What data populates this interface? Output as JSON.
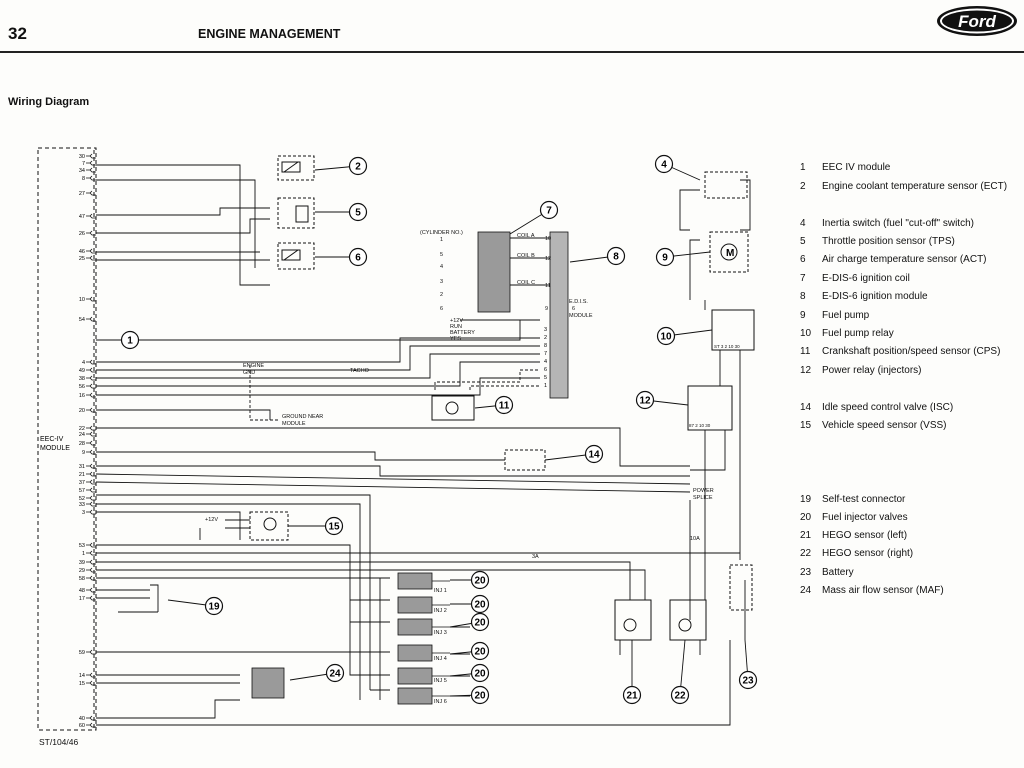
{
  "header": {
    "page_number": "32",
    "title": "ENGINE MANAGEMENT",
    "brand": "Ford"
  },
  "subtitle": "Wiring Diagram",
  "figure_ref": "ST/104/46",
  "legend": [
    {
      "num": "1",
      "label": "EEC IV module"
    },
    {
      "num": "2",
      "label": "Engine coolant temperature sensor (ECT)"
    },
    {
      "num": "4",
      "label": "Inertia switch (fuel \"cut-off\" switch)"
    },
    {
      "num": "5",
      "label": "Throttle position sensor (TPS)"
    },
    {
      "num": "6",
      "label": "Air charge temperature sensor (ACT)"
    },
    {
      "num": "7",
      "label": "E-DIS-6 ignition coil"
    },
    {
      "num": "8",
      "label": "E-DIS-6 ignition module"
    },
    {
      "num": "9",
      "label": "Fuel pump"
    },
    {
      "num": "10",
      "label": "Fuel pump relay"
    },
    {
      "num": "11",
      "label": "Crankshaft position/speed sensor (CPS)"
    },
    {
      "num": "12",
      "label": "Power relay (injectors)"
    },
    {
      "num": "14",
      "label": "Idle speed control valve (ISC)"
    },
    {
      "num": "15",
      "label": "Vehicle speed sensor (VSS)"
    },
    {
      "num": "19",
      "label": "Self-test connector"
    },
    {
      "num": "20",
      "label": "Fuel injector valves"
    },
    {
      "num": "21",
      "label": "HEGO sensor (left)"
    },
    {
      "num": "22",
      "label": "HEGO sensor (right)"
    },
    {
      "num": "23",
      "label": "Battery"
    },
    {
      "num": "24",
      "label": "Mass air flow sensor (MAF)"
    }
  ],
  "diagram": {
    "module_label_1": "EEC-IV",
    "module_label_2": "MODULE",
    "pins": [
      "30",
      "7",
      "34",
      "8",
      "27",
      "47",
      "26",
      "46",
      "25",
      "10",
      "54",
      "4",
      "49",
      "38",
      "56",
      "16",
      "20",
      "22",
      "24",
      "28",
      "9",
      "31",
      "21",
      "37",
      "57",
      "52",
      "33",
      "3",
      "53",
      "1",
      "39",
      "29",
      "58",
      "48",
      "17",
      "59",
      "14",
      "15",
      "40",
      "60"
    ],
    "callouts": [
      "1",
      "2",
      "4",
      "5",
      "6",
      "7",
      "8",
      "9",
      "10",
      "11",
      "12",
      "14",
      "15",
      "19",
      "20",
      "20",
      "20",
      "20",
      "20",
      "20",
      "21",
      "22",
      "23",
      "24"
    ],
    "labels": {
      "cylinder_no": "(CYLINDER NO.)",
      "cyl_1": "1",
      "cyl_5": "5",
      "cyl_4": "4",
      "cyl_3": "3",
      "cyl_2": "2",
      "cyl_6": "6",
      "coil_a": "COIL A",
      "coil_b": "COIL B",
      "coil_c": "COIL C",
      "edis_1": "E.D.I.S.",
      "edis_2": "6",
      "edis_3": "MODULE",
      "plus12_run": "+12V",
      "run": "RUN",
      "battery": "BATTERY",
      "yes": "YES",
      "engine": "ENGINE",
      "gnd": "GND",
      "tacho": "TACHO",
      "ground_near_1": "GROUND NEAR",
      "ground_near_2": "MODULE",
      "plus12_vss": "+12V",
      "power_splice_1": "POWER",
      "power_splice_2": "SPLICE",
      "fuse_10a": "10A",
      "fuse_3a": "3A",
      "inj_1": "INJ 1",
      "inj_2": "INJ 2",
      "inj_3": "INJ 3",
      "inj_4": "INJ 4",
      "inj_5": "INJ 5",
      "inj_6": "INJ 6",
      "motor": "M",
      "pin_10": "10",
      "pin_12": "12",
      "pin_11": "11",
      "pin_9": "9",
      "edis_pins": [
        "3",
        "2",
        "8",
        "7",
        "4",
        "6",
        "5",
        "1"
      ],
      "relay10_pins": "ST 3 2 10 30",
      "relay12_pins": "87 2 10 30"
    }
  }
}
